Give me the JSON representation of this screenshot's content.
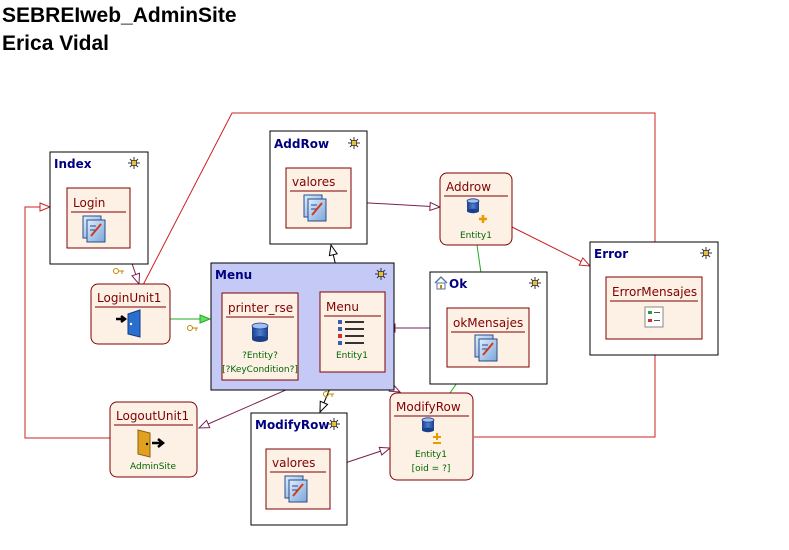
{
  "header": {
    "project": "SEBREIweb_AdminSite",
    "author": "Erica Vidal"
  },
  "pages": {
    "index": {
      "title": "Index",
      "unit": "Login"
    },
    "addrow": {
      "title": "AddRow",
      "unit": "valores"
    },
    "menu": {
      "title": "Menu",
      "units": {
        "printer": "printer_rse",
        "menu": "Menu"
      }
    },
    "ok": {
      "title": "Ok",
      "unit": "okMensajes"
    },
    "error": {
      "title": "Error",
      "unit": "ErrorMensajes"
    },
    "modifyrow_page": {
      "title": "ModifyRow",
      "unit": "valores"
    }
  },
  "units": {
    "printer_rse": {
      "entity": "?Entity?",
      "condition": "[?KeyCondition?]"
    },
    "menu_entity": "Entity1"
  },
  "operations": {
    "loginunit": {
      "title": "LoginUnit1"
    },
    "logoutunit": {
      "title": "LogoutUnit1",
      "target": "AdminSite"
    },
    "addrow": {
      "title": "Addrow",
      "entity": "Entity1"
    },
    "modifyrow": {
      "title": "ModifyRow",
      "entity": "Entity1",
      "condition": "[oid = ?]"
    }
  },
  "colors": {
    "page_border": "#000000",
    "page_title": "#000080",
    "menu_fill": "#c5c9f5",
    "unit_border": "#800000",
    "unit_fill": "#fdf1e6",
    "unit_title": "#800000",
    "link_red": "#cc2222",
    "link_purple": "#7a2050",
    "link_green": "#22aa22",
    "entity_text": "#006600"
  }
}
